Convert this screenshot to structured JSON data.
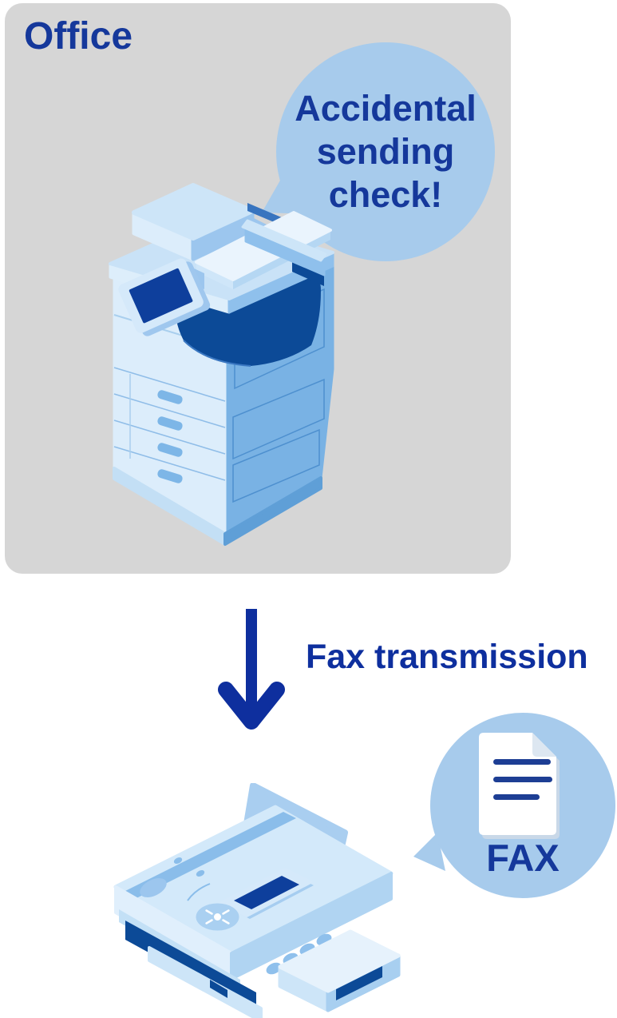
{
  "scene": {
    "office_panel": {
      "label": "Office",
      "panel_color": "#d6d6d6",
      "label_color": "#15389b"
    },
    "check_bubble": {
      "lines": [
        "Accidental",
        "sending",
        "check!"
      ],
      "bubble_color": "#a7cbec",
      "text_color": "#15389b"
    },
    "printer": {
      "icon": "multifunction-printer-illustration",
      "body_light": "#dcedfb",
      "body_mid": "#79b2e4",
      "body_dark": "#0c4a97",
      "screen_color": "#0e3f9c"
    },
    "transmission": {
      "label": "Fax transmission",
      "color": "#0e2f9e",
      "arrow_icon": "down-arrow-icon"
    },
    "fax_machine": {
      "icon": "fax-machine-illustration",
      "body_light": "#d3e9fa",
      "body_mid": "#8abdea",
      "body_dark": "#0c4a97"
    },
    "fax_bubble": {
      "label": "FAX",
      "bubble_color": "#a7cbec",
      "text_color": "#15389b",
      "document_icon": "fax-document-icon",
      "document_line_color": "#1d3e94"
    }
  }
}
